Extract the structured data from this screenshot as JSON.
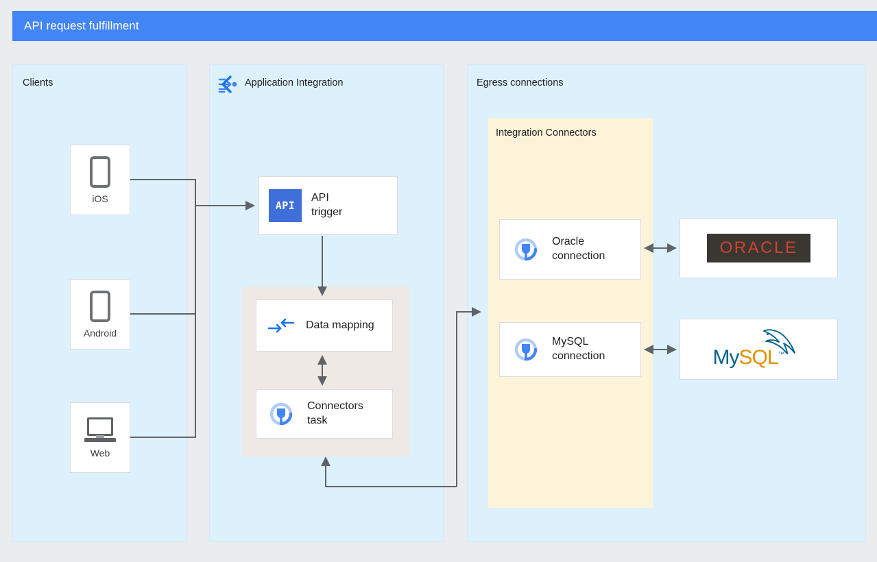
{
  "banner": {
    "title": "API request fulfillment",
    "color": "#4285f4"
  },
  "colors": {
    "page_bg": "#eaeced",
    "panel_bg": "#ddf1fd",
    "connectors_group_bg": "#fdf3d9",
    "flow_group_bg": "#eee9e5",
    "accent_blue": "#4285f4",
    "wire": "#5f6368",
    "oracle_red": "#d3422c",
    "oracle_bg": "#3a3733",
    "mysql_blue": "#00618a",
    "mysql_orange": "#e48e00"
  },
  "panels": {
    "clients": {
      "title": "Clients"
    },
    "application_integration": {
      "title": "Application Integration",
      "icon": "application-integration-icon"
    },
    "egress": {
      "title": "Egress connections"
    }
  },
  "groups": {
    "integration_connectors": {
      "title": "Integration Connectors"
    }
  },
  "clients": [
    {
      "label": "iOS",
      "icon": "phone-icon"
    },
    {
      "label": "Android",
      "icon": "phone-icon"
    },
    {
      "label": "Web",
      "icon": "laptop-icon"
    }
  ],
  "integration_nodes": [
    {
      "label": "API\ntrigger",
      "icon": "api-badge-icon"
    },
    {
      "label": "Data mapping",
      "icon": "data-mapping-arrows-icon"
    },
    {
      "label": "Connectors\ntask",
      "icon": "plug-icon"
    }
  ],
  "connections": [
    {
      "label": "Oracle\nconnection",
      "icon": "plug-icon"
    },
    {
      "label": "MySQL\nconnection",
      "icon": "plug-icon"
    }
  ],
  "external_systems": [
    {
      "name": "ORACLE",
      "logo": "oracle-logo"
    },
    {
      "name": "MySQL",
      "logo": "mysql-logo",
      "word_part_1": "My",
      "word_part_2": "SQL",
      "trademark": "™"
    }
  ]
}
